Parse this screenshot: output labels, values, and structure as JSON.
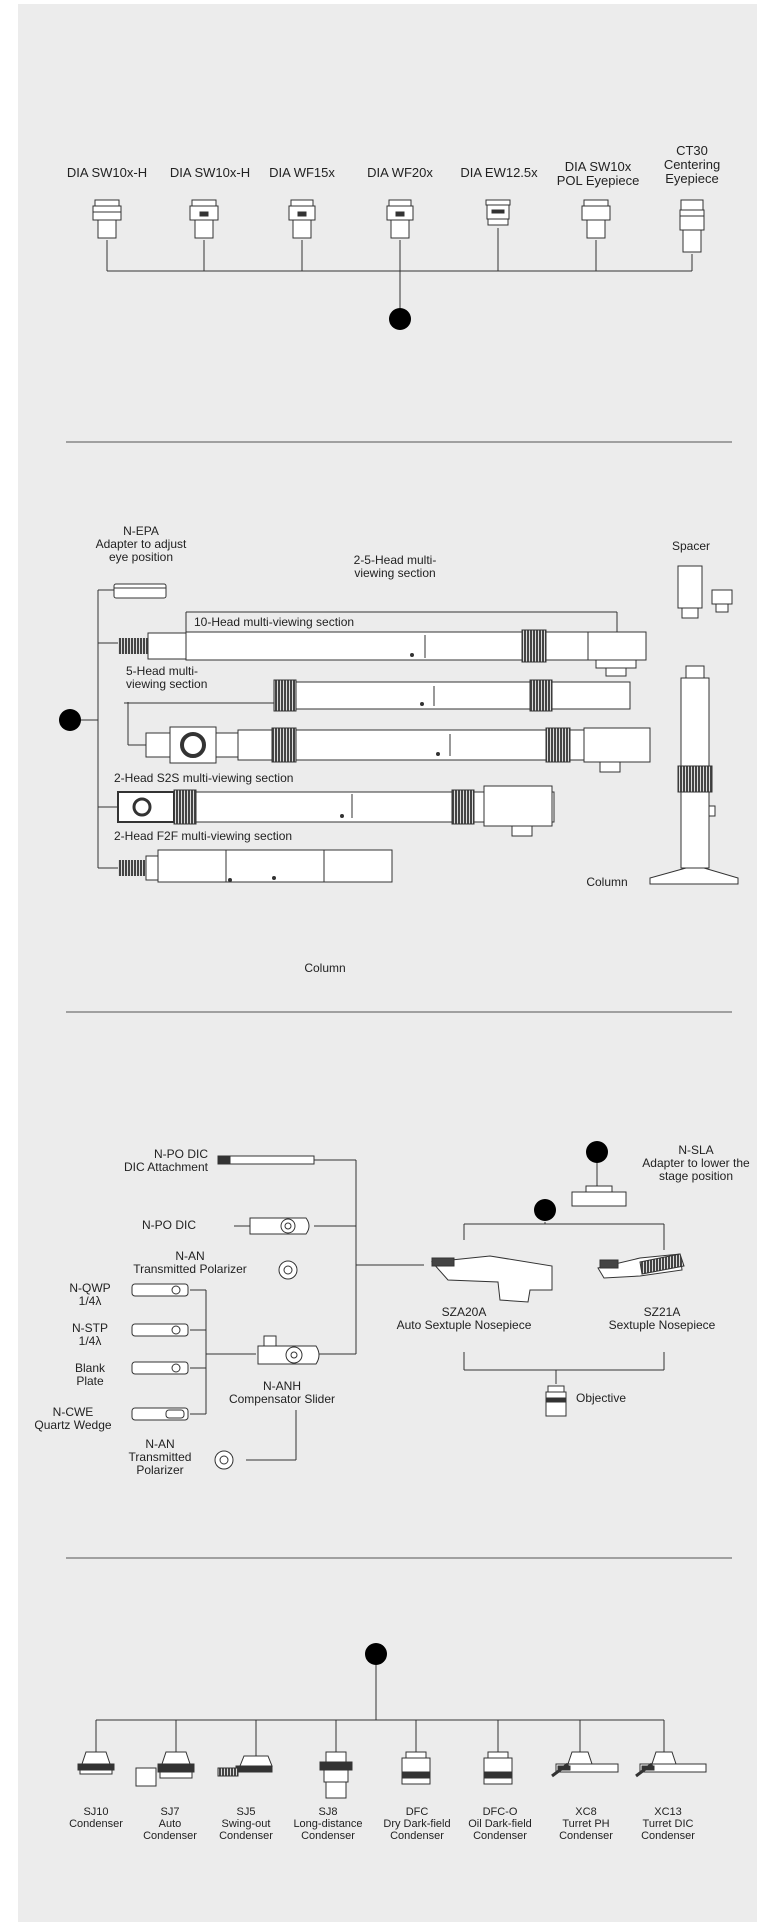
{
  "eyepieces": [
    {
      "id": "sw10h-a",
      "label": "DIA SW10x-H"
    },
    {
      "id": "sw10h-b",
      "label": "DIA SW10x-H"
    },
    {
      "id": "wf15",
      "label": "DIA WF15x"
    },
    {
      "id": "wf20",
      "label": "DIA WF20x"
    },
    {
      "id": "ew125",
      "label": "DIA EW12.5x"
    },
    {
      "id": "sw10pol",
      "label": "DIA SW10x\nPOL Eyepiece"
    },
    {
      "id": "ct30",
      "label": "CT30\nCentering\nEyepiece"
    }
  ],
  "multiview": {
    "nepa": "N-EPA\nAdapter to adjust\neye position",
    "head25": "2-5-Head multi-\nviewing section",
    "head10": "10-Head multi-viewing section",
    "head5": "5-Head multi-\nviewing section",
    "head2s2s": "2-Head S2S multi-viewing section",
    "head2f2f": "2-Head F2F multi-viewing section",
    "spacer": "Spacer",
    "column_right": "Column",
    "column_below": "Column"
  },
  "nosepiece": {
    "npodic_att": "N-PO DIC\nDIC Attachment",
    "npodic": "N-PO DIC",
    "nan_top": "N-AN\nTransmitted Polarizer",
    "nqwp": "N-QWP\n1/4λ",
    "nstp": "N-STP\n1/4λ",
    "blank": "Blank\nPlate",
    "ncwe": "N-CWE\nQuartz Wedge",
    "nanh": "N-ANH\nCompensator Slider",
    "nan_bottom": "N-AN\nTransmitted\nPolarizer",
    "nsla": "N-SLA\nAdapter to lower the\nstage position",
    "sza20a": "SZA20A\nAuto Sextuple Nosepiece",
    "sz21a": "SZ21A\nSextuple Nosepiece",
    "objective": "Objective"
  },
  "condensers": [
    {
      "id": "sj10",
      "label": "SJ10\nCondenser"
    },
    {
      "id": "sj7",
      "label": "SJ7\nAuto\nCondenser"
    },
    {
      "id": "sj5",
      "label": "SJ5\nSwing-out\nCondenser"
    },
    {
      "id": "sj8",
      "label": "SJ8\nLong-distance\nCondenser"
    },
    {
      "id": "dfc",
      "label": "DFC\nDry Dark-field\nCondenser"
    },
    {
      "id": "dfco",
      "label": "DFC-O\nOil Dark-field\nCondenser"
    },
    {
      "id": "xc8",
      "label": "XC8\nTurret PH\nCondenser"
    },
    {
      "id": "xc13",
      "label": "XC13\nTurret DIC\nCondenser"
    }
  ]
}
